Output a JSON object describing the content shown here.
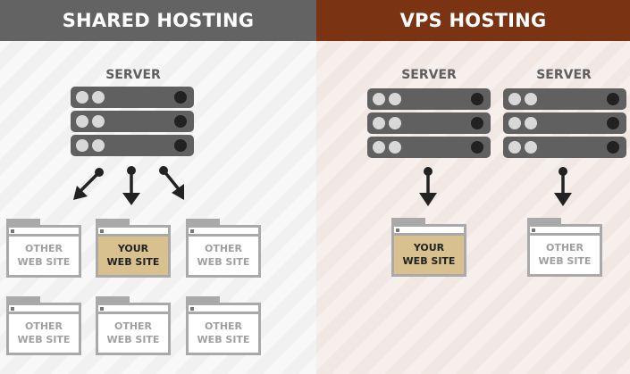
{
  "shared": {
    "title": "SHARED HOSTING",
    "server_label": "SERVER",
    "sites": [
      {
        "line1": "OTHER",
        "line2": "WEB SITE",
        "highlight": false
      },
      {
        "line1": "YOUR",
        "line2": "WEB SITE",
        "highlight": true
      },
      {
        "line1": "OTHER",
        "line2": "WEB SITE",
        "highlight": false
      },
      {
        "line1": "OTHER",
        "line2": "WEB SITE",
        "highlight": false
      },
      {
        "line1": "OTHER",
        "line2": "WEB SITE",
        "highlight": false
      },
      {
        "line1": "OTHER",
        "line2": "WEB SITE",
        "highlight": false
      }
    ]
  },
  "vps": {
    "title": "VPS HOSTING",
    "servers": [
      {
        "label": "SERVER",
        "site": {
          "line1": "YOUR",
          "line2": "WEB SITE",
          "highlight": true
        }
      },
      {
        "label": "SERVER",
        "site": {
          "line1": "OTHER",
          "line2": "WEB SITE",
          "highlight": false
        }
      }
    ]
  },
  "colors": {
    "shared_header": "#636363",
    "vps_header": "#7a3313",
    "your_site": "#d9c18f",
    "server": "#606060"
  }
}
